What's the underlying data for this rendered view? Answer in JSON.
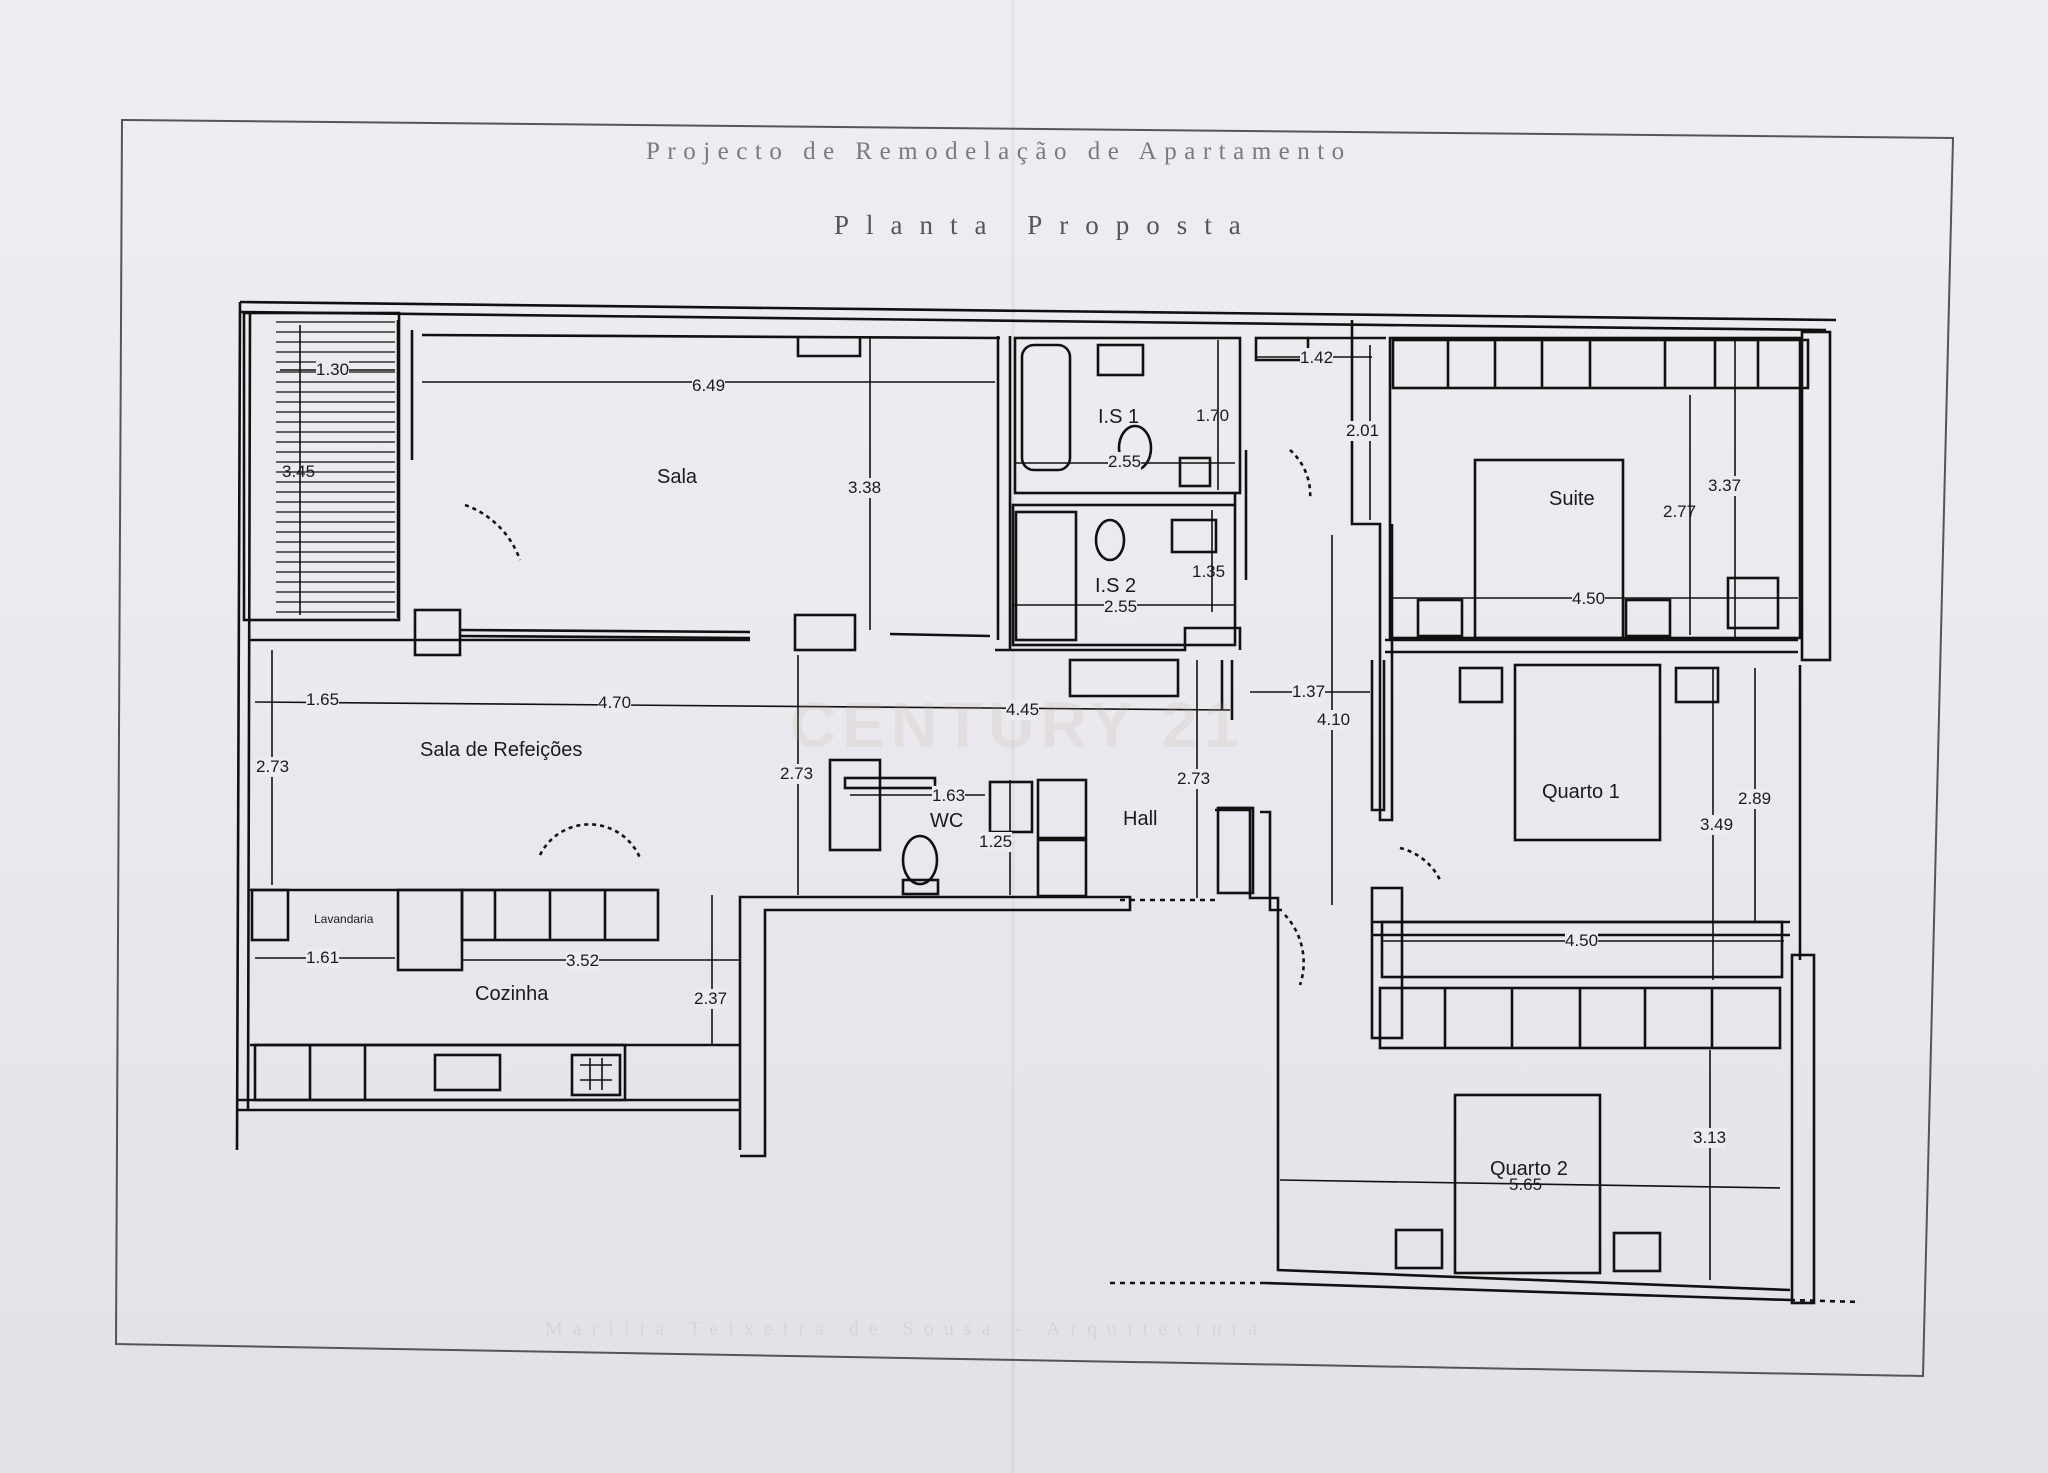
{
  "header": {
    "project_title": "Projecto de Remodelação de Apartamento",
    "plan_title": "Planta Proposta"
  },
  "watermark": "CENTURY 21",
  "footer": "Marília Teixeira de Sousa - Arquitectura",
  "rooms": {
    "sala": "Sala",
    "is1": "I.S 1",
    "is2": "I.S 2",
    "suite": "Suite",
    "sala_refeicoes": "Sala de Refeições",
    "wc": "WC",
    "hall": "Hall",
    "quarto1": "Quarto 1",
    "lavandaria": "Lavandaria",
    "cozinha": "Cozinha",
    "quarto2": "Quarto 2"
  },
  "dimensions": {
    "balcony_width": "1.30",
    "balcony_length": "3.45",
    "sala_length": "6.49",
    "sala_width": "3.38",
    "is1_height": "1.70",
    "is1_width": "2.55",
    "is2_height": "1.35",
    "is2_width": "2.55",
    "top_corridor": "1.42",
    "corridor_depth": "2.01",
    "suite_depth": "2.77",
    "suite_outer": "3.37",
    "suite_width": "4.50",
    "dining_left": "1.65",
    "dining_mid": "4.70",
    "hall_length": "4.45",
    "dining_height": "2.73",
    "dining_right_height": "2.73",
    "wc_width": "1.63",
    "wc_height": "1.25",
    "hall_height": "2.73",
    "corridor_width": "1.37",
    "corridor_length": "4.10",
    "quarto1_height_a": "2.89",
    "quarto1_height_b": "3.49",
    "quarto1_width": "4.50",
    "lavandaria_width": "1.61",
    "cozinha_width": "3.52",
    "cozinha_height": "2.37",
    "quarto2_height": "3.13",
    "quarto2_width": "5.65"
  }
}
